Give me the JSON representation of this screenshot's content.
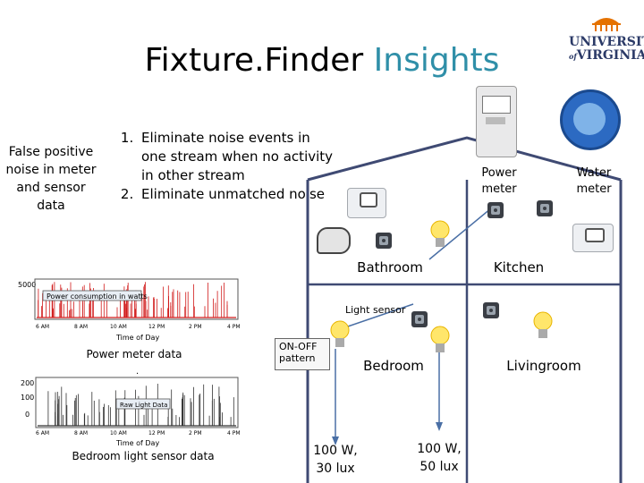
{
  "title": {
    "main": "Fixture.Finder ",
    "accent": "Insights"
  },
  "logo": {
    "line1": "UNIVERSITY",
    "line2": "VIRGINIA",
    "of": "of"
  },
  "false_positive": "False positive noise in meter and sensor data",
  "steps": [
    "Eliminate noise events in one stream when no activity in other stream",
    "Eliminate unmatched noise"
  ],
  "power_chart": {
    "ytick": "5000",
    "legend": "Power consumption in watts",
    "xticks": [
      "6 AM",
      "8 AM",
      "10 AM",
      "12 PM",
      "2 PM",
      "4 PM"
    ],
    "xlabel": "Time of Day",
    "caption": "Power meter data"
  },
  "light_chart": {
    "yticks": [
      "200",
      "100",
      "0"
    ],
    "legend": "Raw Light Data",
    "xticks": [
      "6 AM",
      "8 AM",
      "10 AM",
      "12 PM",
      "2 PM",
      "4 PM"
    ],
    "xlabel": "Time of Day",
    "caption": "Bedroom light sensor data"
  },
  "house": {
    "power_meter": "Power meter",
    "water_meter": "Water meter",
    "bathroom": "Bathroom",
    "kitchen": "Kitchen",
    "light_sensor": "Light sensor",
    "bedroom": "Bedroom",
    "livingroom": "Livingroom",
    "onoff": "ON-OFF pattern",
    "lamp1": "100 W, 30 lux",
    "lamp2": "100 W, 50 lux"
  },
  "colors": {
    "accent": "#2f8fa8",
    "house": "#3f4a73",
    "red_series": "#d11a1a",
    "arrow": "#4a6fa5"
  }
}
